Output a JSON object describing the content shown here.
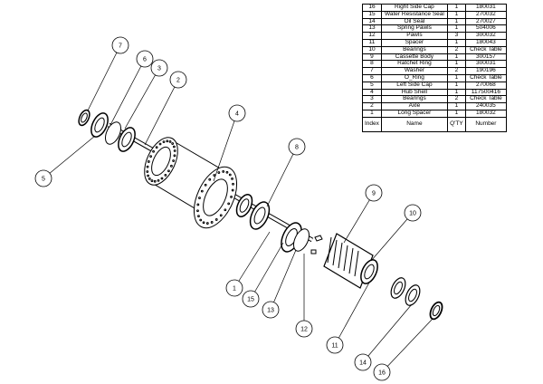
{
  "bom": {
    "header": {
      "index": "Index",
      "name": "Name",
      "qty": "Q'TY",
      "number": "Number"
    },
    "rows": [
      {
        "index": "16",
        "name": "Right Side Cap",
        "qty": "1",
        "number": "180031"
      },
      {
        "index": "15",
        "name": "Water Resistance Seal",
        "qty": "1",
        "number": "270032"
      },
      {
        "index": "14",
        "name": "Oil Seal",
        "qty": "1",
        "number": "270027"
      },
      {
        "index": "13",
        "name": "Spring Pawls",
        "qty": "1",
        "number": "504006"
      },
      {
        "index": "12",
        "name": "Pawls",
        "qty": "3",
        "number": "300032"
      },
      {
        "index": "11",
        "name": "Spacer",
        "qty": "1",
        "number": "180043"
      },
      {
        "index": "10",
        "name": "Bearings",
        "qty": "2",
        "number": "Check Table"
      },
      {
        "index": "9",
        "name": "Cassette Body",
        "qty": "1",
        "number": "300157"
      },
      {
        "index": "8",
        "name": "Ratchet Ring",
        "qty": "1",
        "number": "300031"
      },
      {
        "index": "7",
        "name": "Washer",
        "qty": "2",
        "number": "190196"
      },
      {
        "index": "6",
        "name": "O_Ring",
        "qty": "1",
        "number": "Check Table"
      },
      {
        "index": "5",
        "name": "Left Side Cap",
        "qty": "1",
        "number": "270068"
      },
      {
        "index": "4",
        "name": "Hub Shell",
        "qty": "1",
        "number": "117500416"
      },
      {
        "index": "3",
        "name": "Bearings",
        "qty": "2",
        "number": "Check Table"
      },
      {
        "index": "2",
        "name": "Axle",
        "qty": "1",
        "number": "240035"
      },
      {
        "index": "1",
        "name": "Long Spacer",
        "qty": "1",
        "number": "180032"
      }
    ]
  },
  "balloons": [
    "7",
    "6",
    "3",
    "2",
    "4",
    "5",
    "8",
    "9",
    "10",
    "1",
    "15",
    "13",
    "12",
    "11",
    "14",
    "16"
  ]
}
